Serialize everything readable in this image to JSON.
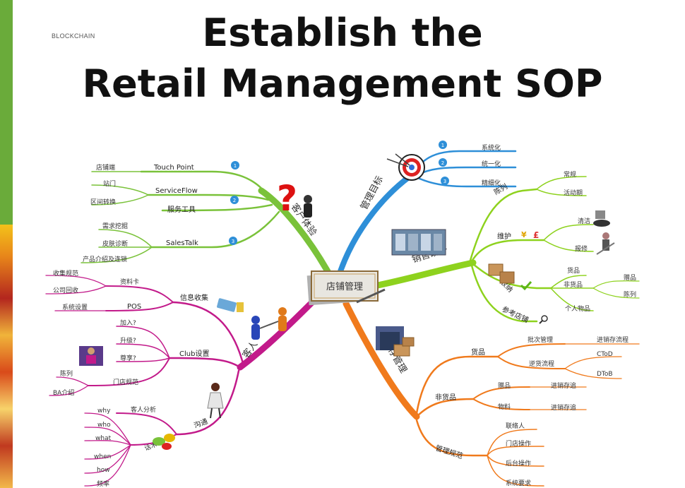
{
  "brand": "BLOCKCHAIN",
  "title_line1": "Establish the",
  "title_line2": "Retail Management SOP",
  "colors": {
    "green": "#7ac23a",
    "blue": "#2e8fd8",
    "lime": "#8ed21e",
    "magenta": "#c21a8a",
    "orange": "#f07a1c",
    "sidebar": "#6aab3a"
  },
  "center": "店铺管理",
  "branches": {
    "customer_experience": {
      "label": "客户体验",
      "groups": [
        {
          "label": "Touch Point",
          "num": "1",
          "leaves": [
            "店铺端"
          ]
        },
        {
          "label": "ServiceFlow",
          "num": "2",
          "leaves": [
            "站门",
            "区间转换"
          ]
        },
        {
          "label": "服务工具",
          "leaves": []
        },
        {
          "label": "SalesTalk",
          "num": "3",
          "leaves": [
            "需求挖掘",
            "皮肤诊断",
            "产品介绍及连锁"
          ]
        }
      ]
    },
    "management_goals": {
      "label": "管理目标",
      "items": [
        {
          "num": "1",
          "label": "系统化"
        },
        {
          "num": "2",
          "label": "统一化"
        },
        {
          "num": "3",
          "label": "精细化"
        }
      ]
    },
    "sales_hardware": {
      "label": "销售硬件",
      "groups": [
        {
          "label": "陈列",
          "leaves": [
            "常规",
            "活动期"
          ]
        },
        {
          "label": "维护",
          "leaves": [
            "清洁",
            "报修"
          ]
        },
        {
          "label": "收纳",
          "leaves": [
            "货品",
            "非货品",
            "个人物品"
          ],
          "sub": [
            "赠品",
            "陈列"
          ]
        },
        {
          "label": "参考店铺",
          "leaves": []
        }
      ]
    },
    "customers": {
      "label": "客人",
      "groups": [
        {
          "label": "信息收集",
          "subs": [
            {
              "label": "资料卡",
              "leaves": [
                "收集规范",
                "公司回收"
              ]
            },
            {
              "label": "POS",
              "leaves": [
                "系统设置"
              ]
            }
          ]
        },
        {
          "label": "Club设置",
          "subs": [
            {
              "label": "加入?",
              "leaves": []
            },
            {
              "label": "升级?",
              "leaves": []
            },
            {
              "label": "尊享?",
              "leaves": []
            },
            {
              "label": "门店规范",
              "leaves": [
                "陈列",
                "BA介绍"
              ]
            }
          ]
        },
        {
          "label": "沟通",
          "subs": [
            {
              "label": "客人分析",
              "leaves": []
            },
            {
              "label": "话术",
              "leaves": [
                "why",
                "who",
                "what",
                "when",
                "how",
                "频率"
              ]
            }
          ]
        }
      ]
    },
    "inventory": {
      "label": "库存管理",
      "groups": [
        {
          "label": "货品",
          "subs": [
            {
              "label": "批次管理",
              "leaves": [
                "进销存流程"
              ]
            },
            {
              "label": "逆货流程",
              "leaves": [
                "CToD",
                "DToB"
              ]
            }
          ]
        },
        {
          "label": "非货品",
          "subs": [
            {
              "label": "赠品",
              "leaves": [
                "进销存追"
              ]
            },
            {
              "label": "物料",
              "leaves": [
                "进销存追"
              ]
            }
          ]
        },
        {
          "label": "管理规范",
          "subs": [
            {
              "label": "联络人",
              "leaves": []
            },
            {
              "label": "门店操作",
              "leaves": []
            },
            {
              "label": "后台操作",
              "leaves": []
            },
            {
              "label": "系统要求",
              "leaves": []
            }
          ]
        }
      ]
    }
  }
}
